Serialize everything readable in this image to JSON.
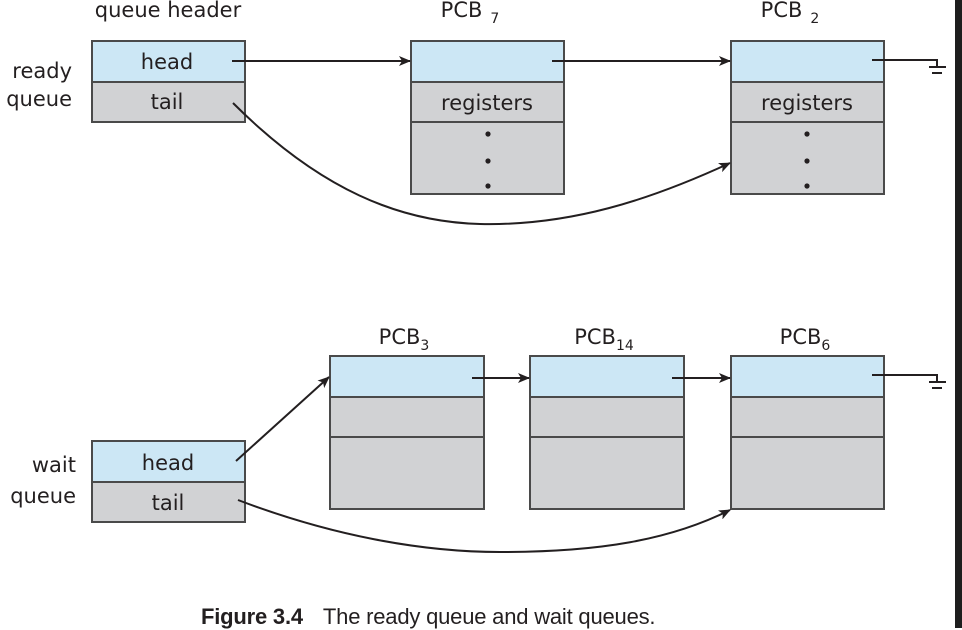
{
  "ready_queue": {
    "header_title": "queue header",
    "label_line1": "ready",
    "label_line2": "queue",
    "head_label": "head",
    "tail_label": "tail",
    "pcbs": [
      {
        "name": "PCB",
        "subscript": "7",
        "field2": "registers",
        "ellipsis": true
      },
      {
        "name": "PCB",
        "subscript": "2",
        "field2": "registers",
        "ellipsis": true
      }
    ]
  },
  "wait_queue": {
    "label_line1": "wait",
    "label_line2": "queue",
    "head_label": "head",
    "tail_label": "tail",
    "pcbs": [
      {
        "name": "PCB",
        "subscript": "3"
      },
      {
        "name": "PCB",
        "subscript": "14"
      },
      {
        "name": "PCB",
        "subscript": "6"
      }
    ]
  },
  "colors": {
    "pointer_cell": "#cce7f5",
    "data_cell": "#d1d2d4",
    "border": "#4a4a4a",
    "arrow": "#231f20"
  },
  "caption": {
    "figure_number": "Figure 3.4",
    "text": "The ready queue and wait queues."
  }
}
